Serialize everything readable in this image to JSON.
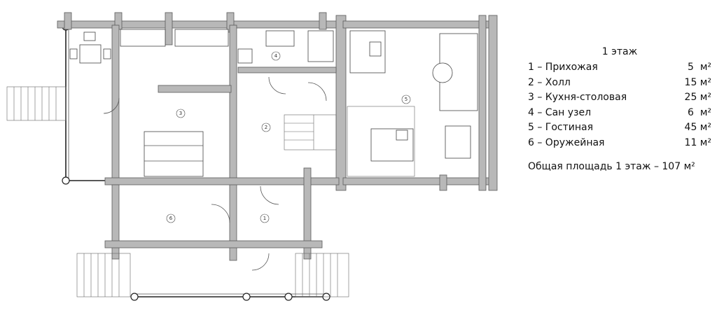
{
  "floor_title": "1 этаж",
  "rooms": [
    {
      "num": "1",
      "name": "1 – Прихожая",
      "area": "5  м²"
    },
    {
      "num": "2",
      "name": "2 – Холл",
      "area": "15 м²"
    },
    {
      "num": "3",
      "name": "3 – Кухня-столовая",
      "area": "25 м²"
    },
    {
      "num": "4",
      "name": "4 – Сан узел",
      "area": "6  м²"
    },
    {
      "num": "5",
      "name": "5 – Гостиная",
      "area": "45 м²"
    },
    {
      "num": "6",
      "name": "6 – Оружейная",
      "area": "11 м²"
    }
  ],
  "total": "Общая площадь 1 этаж – 107  м²",
  "plan_labels": {
    "r1": "1",
    "r2": "2",
    "r3": "3",
    "r4": "4",
    "r5": "5",
    "r6": "6"
  }
}
